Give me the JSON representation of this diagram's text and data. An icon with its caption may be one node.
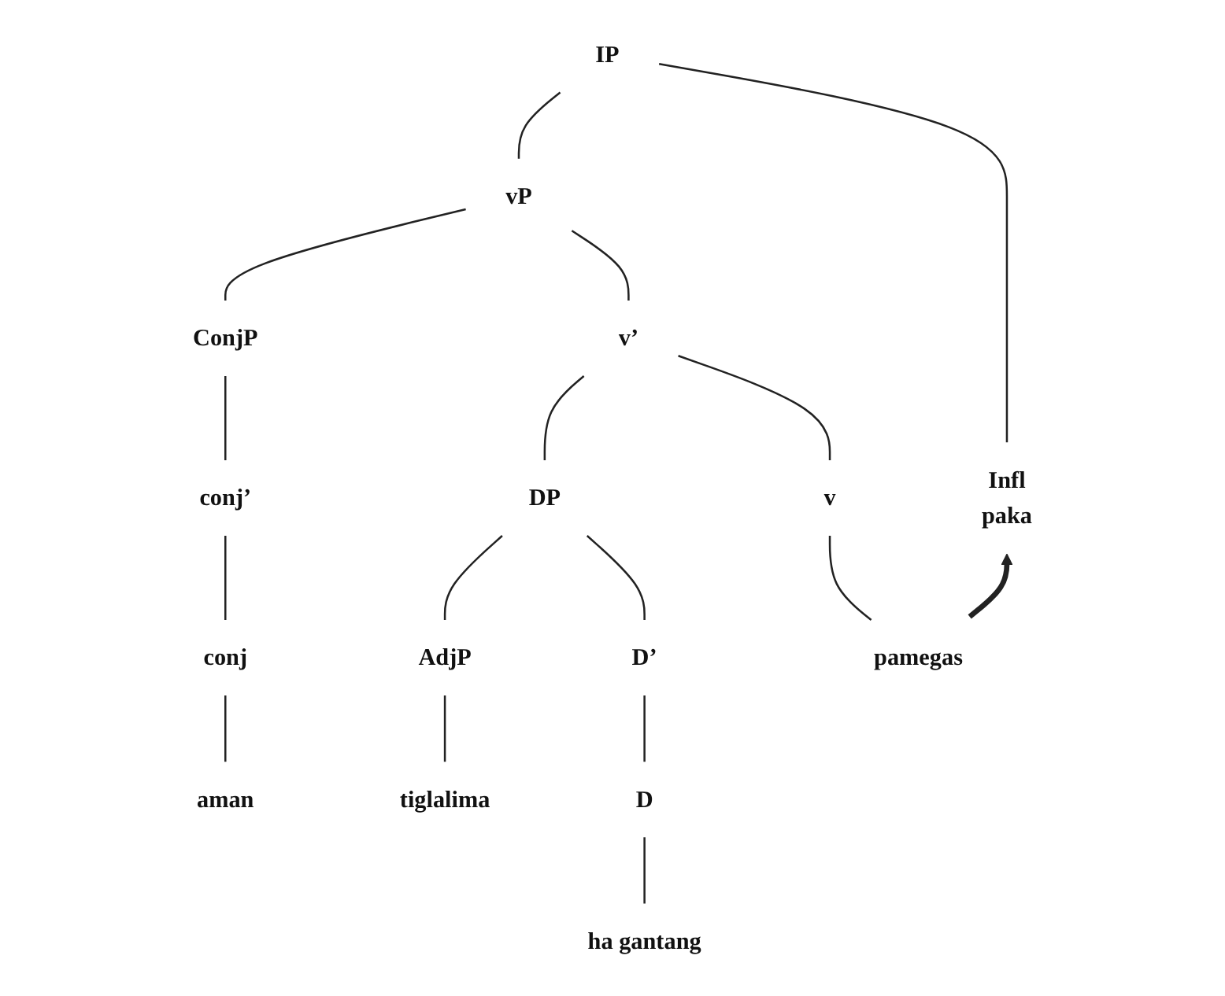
{
  "diagram": {
    "nodes": [
      {
        "text": [
          "IP"
        ]
      },
      {
        "text": [
          "Infl",
          "paka"
        ]
      },
      {
        "text": [
          "vP"
        ]
      },
      {
        "text": [
          "ConjP"
        ]
      },
      {
        "text": [
          "v’"
        ]
      },
      {
        "text": [
          "conj’"
        ]
      },
      {
        "text": [
          "v"
        ]
      },
      {
        "text": [
          "DP"
        ]
      },
      {
        "text": [
          "conj"
        ]
      },
      {
        "text": [
          "AdjP"
        ]
      },
      {
        "text": [
          "D’"
        ]
      },
      {
        "text": [
          "aman"
        ]
      },
      {
        "text": [
          "tiglalima"
        ]
      },
      {
        "text": [
          "D"
        ]
      },
      {
        "text": [
          "pamegas"
        ]
      },
      {
        "text": [
          "ha gantang"
        ]
      }
    ],
    "edges": [
      {
        "from": 0,
        "to": 1,
        "arrow": "none"
      },
      {
        "from": 0,
        "to": 2,
        "arrow": "none"
      },
      {
        "from": 2,
        "to": 3,
        "arrow": "none"
      },
      {
        "from": 2,
        "to": 4,
        "arrow": "none"
      },
      {
        "from": 3,
        "to": 5,
        "arrow": "none"
      },
      {
        "from": 4,
        "to": 6,
        "arrow": "none"
      },
      {
        "from": 4,
        "to": 7,
        "arrow": "none"
      },
      {
        "from": 5,
        "to": 8,
        "arrow": "none"
      },
      {
        "from": 7,
        "to": 9,
        "arrow": "none"
      },
      {
        "from": 7,
        "to": 10,
        "arrow": "none"
      },
      {
        "from": 8,
        "to": 11,
        "arrow": "none"
      },
      {
        "from": 9,
        "to": 12,
        "arrow": "none"
      },
      {
        "from": 10,
        "to": 13,
        "arrow": "none"
      },
      {
        "from": 6,
        "to": 14,
        "arrow": "none"
      },
      {
        "from": 13,
        "to": 15,
        "arrow": "none"
      },
      {
        "from": 14,
        "to": 1,
        "arrow": "to",
        "style": "thick"
      }
    ]
  }
}
